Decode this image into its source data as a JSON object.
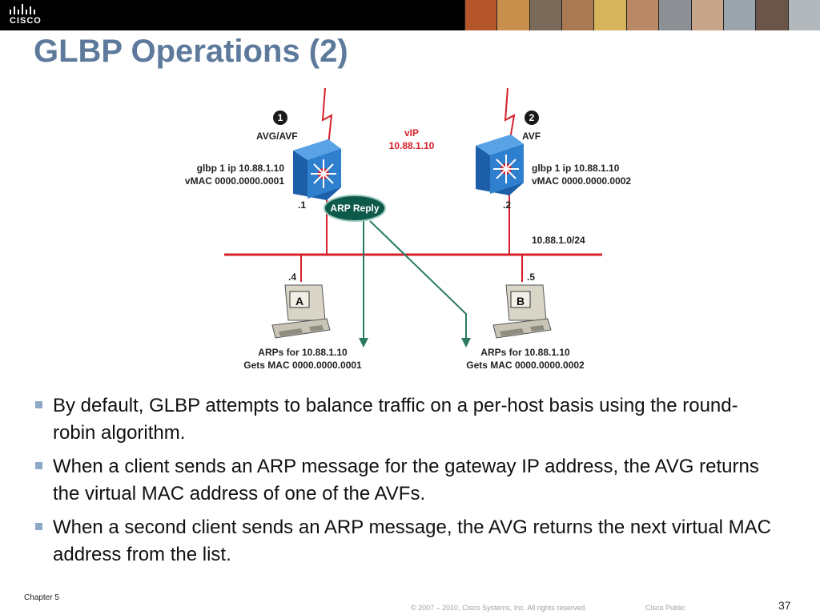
{
  "header": {
    "logo_text": "CISCO",
    "title": "GLBP Operations (2)"
  },
  "diagram": {
    "router_1": {
      "badge": "1",
      "role": "AVG/AVF",
      "config_line1": "glbp 1 ip 10.88.1.10",
      "config_line2": "vMAC 0000.0000.0001",
      "interface": ".1"
    },
    "router_2": {
      "badge": "2",
      "role": "AVF",
      "config_line1": "glbp 1 ip 10.88.1.10",
      "config_line2": "vMAC 0000.0000.0002",
      "interface": ".2"
    },
    "virtual_ip": {
      "label": "vIP",
      "address": "10.88.1.10"
    },
    "arp_reply": "ARP Reply",
    "subnet": "10.88.1.0/24",
    "host_a": {
      "letter": "A",
      "interface": ".4",
      "line1": "ARPs for 10.88.1.10",
      "line2": "Gets MAC 0000.0000.0001"
    },
    "host_b": {
      "letter": "B",
      "interface": ".5",
      "line1": "ARPs for 10.88.1.10",
      "line2": "Gets MAC 0000.0000.0002"
    },
    "colors": {
      "switch": "#2f7fcf",
      "arp_bubble": "#0e5a4a",
      "arrow": "#2a7a62",
      "lan": "#d6202a"
    }
  },
  "bullets": [
    "By default, GLBP attempts to balance traffic on a per-host basis using the round-robin algorithm.",
    "When a client sends an ARP message for the gateway IP address, the AVG returns the virtual MAC address of one of the AVFs.",
    "When a second client sends an ARP message, the AVG returns the next virtual MAC address from the list."
  ],
  "footer": {
    "chapter": "Chapter 5",
    "copyright": "© 2007 – 2010, Cisco Systems, Inc. All rights reserved.",
    "classification": "Cisco Public",
    "page": "37"
  }
}
